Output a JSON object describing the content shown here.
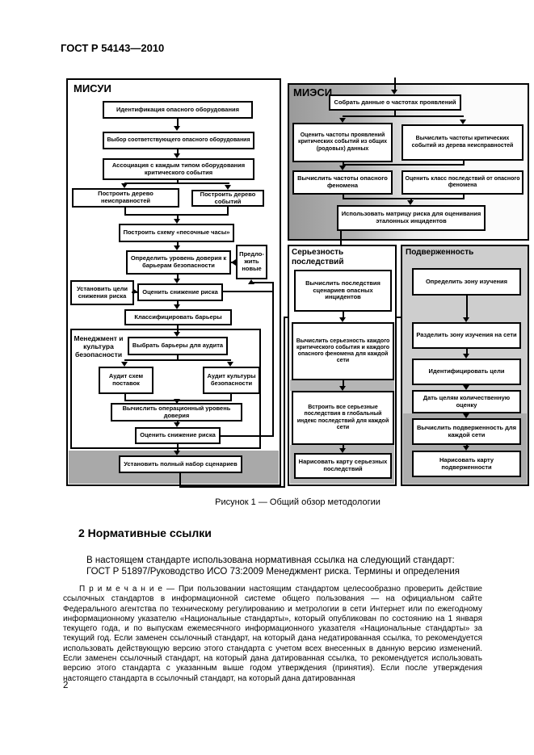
{
  "page": {
    "header": "ГОСТ Р 54143—2010",
    "page_number": "2"
  },
  "colors": {
    "line": "#000000",
    "shade_dark": "#a9a9a9",
    "shade_mid": "#b5b5b5",
    "shade_light": "#cecece"
  },
  "figure": {
    "caption": "Рисунок 1 — Общий обзор методологии",
    "misui": {
      "label": "МИСУИ",
      "management_label": "Менеджмент и культура безопасности",
      "boxes": [
        "Идентификация опасного оборудования",
        "Выбор соответствующего опасного оборудования",
        "Ассоциация с каждым типом оборудования критического события",
        "Построить дерево неисправностей",
        "Построить дерево событий",
        "Построить схему «песочные часы»",
        "Определить уровень доверия к барьерам безопасности",
        "Предло- жить новые",
        "Установить цели снижения риска",
        "Оценить снижение риска",
        "Классифицировать барьеры",
        "Выбрать барьеры для аудита",
        "Аудит схем поставок",
        "Аудит культуры безопасности",
        "Вычислить операционный уровень доверия",
        "Оценить снижение риска",
        "Установить полный набор сценариев"
      ]
    },
    "miesi": {
      "label": "МИЭСИ",
      "boxes": [
        "Собрать данные о частотах проявлений",
        "Оценить частоты проявлений критических событий из общих (родовых) данных",
        "Вычислить частоты критических событий из дерева неисправностей",
        "Вычислить частоты опасного феномена",
        "Оценить класс последствий от опасного феномена",
        "Использовать матрицу риска для оценивания эталонных инцидентов"
      ]
    },
    "severity": {
      "label": "Серьезность последствий",
      "boxes": [
        "Вычислить последствия сценариев опасных инцидентов",
        "Вычислить серьезность каждого критического события и каждого опасного феномена для каждой сети",
        "Встроить все серьезные последствия в глобальный индекс последствий для каждой сети",
        "Нарисовать карту серьезных последствий"
      ]
    },
    "vulnerability": {
      "label": "Подверженность",
      "boxes": [
        "Определить зону изучения",
        "Разделить зону изучения на сети",
        "Идентифицировать цели",
        "Дать целям количественную оценку",
        "Вычислить подверженность для каждой сети",
        "Нарисовать карту подверженности"
      ]
    }
  },
  "section": {
    "title": "2 Нормативные ссылки",
    "paragraph_line1": "В настоящем стандарте использована нормативная ссылка на следующий стандарт:",
    "paragraph_line2": "ГОСТ Р 51897/Руководство ИСО 73:2009 Менеджмент риска. Термины и определения",
    "note": "П р и м е ч а н и е — При пользовании настоящим стандартом целесообразно проверить действие ссылочных стандартов в информационной системе общего пользования — на официальном сайте Федерального агентства по техническому регулированию и метрологии в сети Интернет или по ежегодному информационному указателю «Национальные стандарты», который опубликован по состоянию на 1 января текущего года, и по выпускам ежемесячного информационного указателя «Национальные стандарты» за текущий год. Если заменен ссылочный стандарт, на который дана недатированная ссылка, то рекомендуется использовать действующую версию этого стандарта с учетом всех внесенных в данную версию изменений. Если заменен ссылочный стандарт, на который дана датированная ссылка, то рекомендуется использовать версию этого стандарта с указанным выше годом утверждения (принятия). Если после утверждения настоящего стандарта в ссылочный стандарт, на который дана датированная"
  }
}
